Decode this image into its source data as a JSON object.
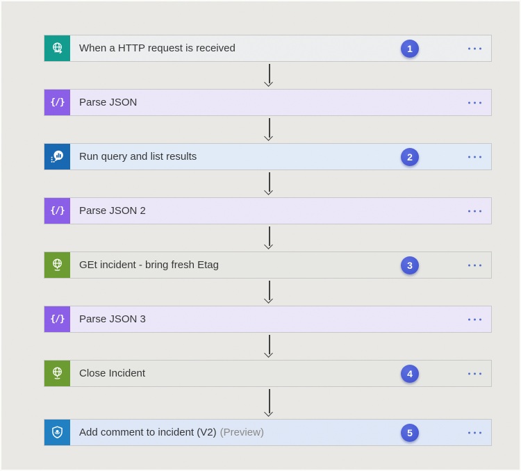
{
  "page": {
    "background_color": "#eae9e6"
  },
  "flow": {
    "badge_color": "#4156d6",
    "arrow_color": "#3d3d3d",
    "menu_dots_color": "#5470c8",
    "steps": [
      {
        "title": "When a HTTP request is received",
        "suffix": "",
        "badge": "1",
        "icon": "http-request-globe-icon",
        "icon_kind": "httpRequest",
        "icon_glyph": "",
        "icon_bg": "#0f9c8e",
        "row_bg": "#edeff0"
      },
      {
        "title": "Parse JSON",
        "suffix": "",
        "badge": "",
        "icon": "json-braces-icon",
        "icon_kind": "jsonBraces",
        "icon_glyph": "{/}",
        "icon_bg": "#8a5de8",
        "row_bg": "#ece8fa"
      },
      {
        "title": "Run query and list results",
        "suffix": "",
        "badge": "2",
        "icon": "monitor-logs-bubble-chart-icon",
        "icon_kind": "monitorLogs",
        "icon_glyph": "",
        "icon_bg": "#1566b2",
        "row_bg": "#e2ecf9"
      },
      {
        "title": "Parse JSON 2",
        "suffix": "",
        "badge": "",
        "icon": "json-braces-icon",
        "icon_kind": "jsonBraces",
        "icon_glyph": "{/}",
        "icon_bg": "#8a5de8",
        "row_bg": "#ece8fa"
      },
      {
        "title": "GEt incident - bring fresh Etag",
        "suffix": "",
        "badge": "3",
        "icon": "http-globe-stand-icon",
        "icon_kind": "globeStand",
        "icon_glyph": "",
        "icon_bg": "#6a9b2f",
        "row_bg": "#e7e7e3"
      },
      {
        "title": "Parse JSON 3",
        "suffix": "",
        "badge": "",
        "icon": "json-braces-icon",
        "icon_kind": "jsonBraces",
        "icon_glyph": "{/}",
        "icon_bg": "#8a5de8",
        "row_bg": "#ece8fa"
      },
      {
        "title": "Close Incident",
        "suffix": "",
        "badge": "4",
        "icon": "http-globe-stand-icon",
        "icon_kind": "globeStand",
        "icon_glyph": "",
        "icon_bg": "#6a9b2f",
        "row_bg": "#e7e7e3"
      },
      {
        "title": "Add comment to incident (V2)",
        "suffix": "(Preview)",
        "badge": "5",
        "icon": "sentinel-shield-icon",
        "icon_kind": "sentinelShield",
        "icon_glyph": "",
        "icon_bg": "#1e7fc2",
        "row_bg": "#dfe8f8"
      }
    ]
  }
}
